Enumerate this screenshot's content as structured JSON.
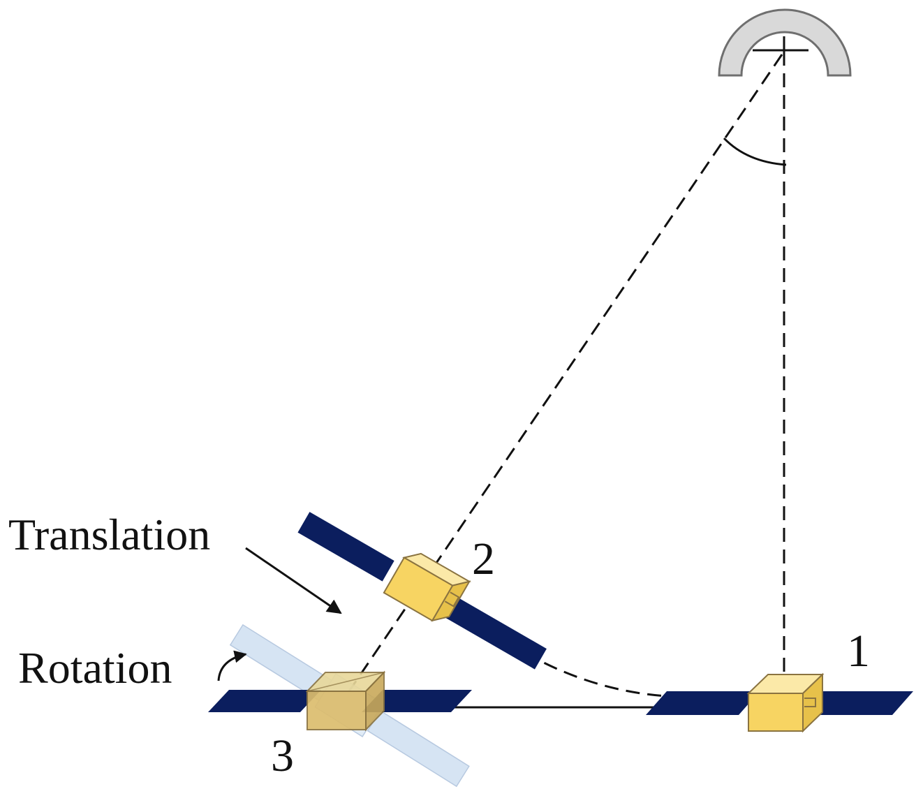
{
  "labels": {
    "translation": "Translation",
    "rotation": "Rotation",
    "position_1": "1",
    "position_2": "2",
    "position_3": "3"
  },
  "colors": {
    "solar_panel": "#0b1e5e",
    "solar_panel_ghost": "#c9dcf0",
    "body_front": "#f7d462",
    "body_top": "#fbe9a8",
    "body_side": "#e7c14a",
    "station": "#d9d9d9",
    "line": "#111111"
  }
}
